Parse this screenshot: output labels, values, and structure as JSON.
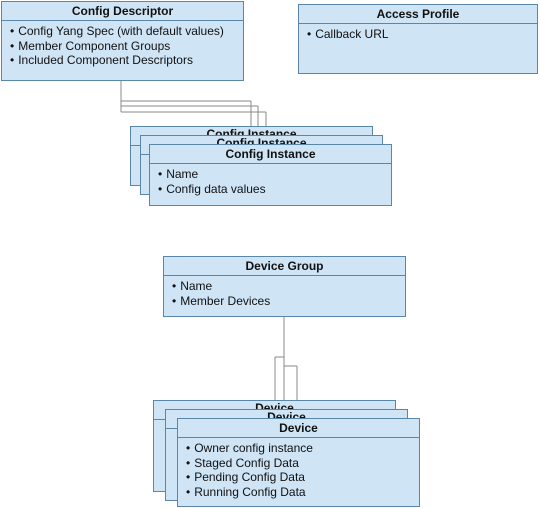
{
  "config_descriptor": {
    "title": "Config Descriptor",
    "items": [
      "Config Yang Spec (with default values)",
      "Member Component Groups",
      "Included Component Descriptors"
    ]
  },
  "access_profile": {
    "title": "Access Profile",
    "items": [
      "Callback URL"
    ]
  },
  "config_instance": {
    "title": "Config Instance",
    "items": [
      "Name",
      "Config data values"
    ]
  },
  "device_group": {
    "title": "Device Group",
    "items": [
      "Name",
      "Member Devices"
    ]
  },
  "device": {
    "title": "Device",
    "items": [
      "Owner config instance",
      "Staged Config Data",
      "Pending Config Data",
      "Running Config Data"
    ]
  },
  "colors": {
    "box_fill": "#cfe4f5",
    "box_border": "#5a86a8",
    "connector": "#8a8a8a"
  }
}
